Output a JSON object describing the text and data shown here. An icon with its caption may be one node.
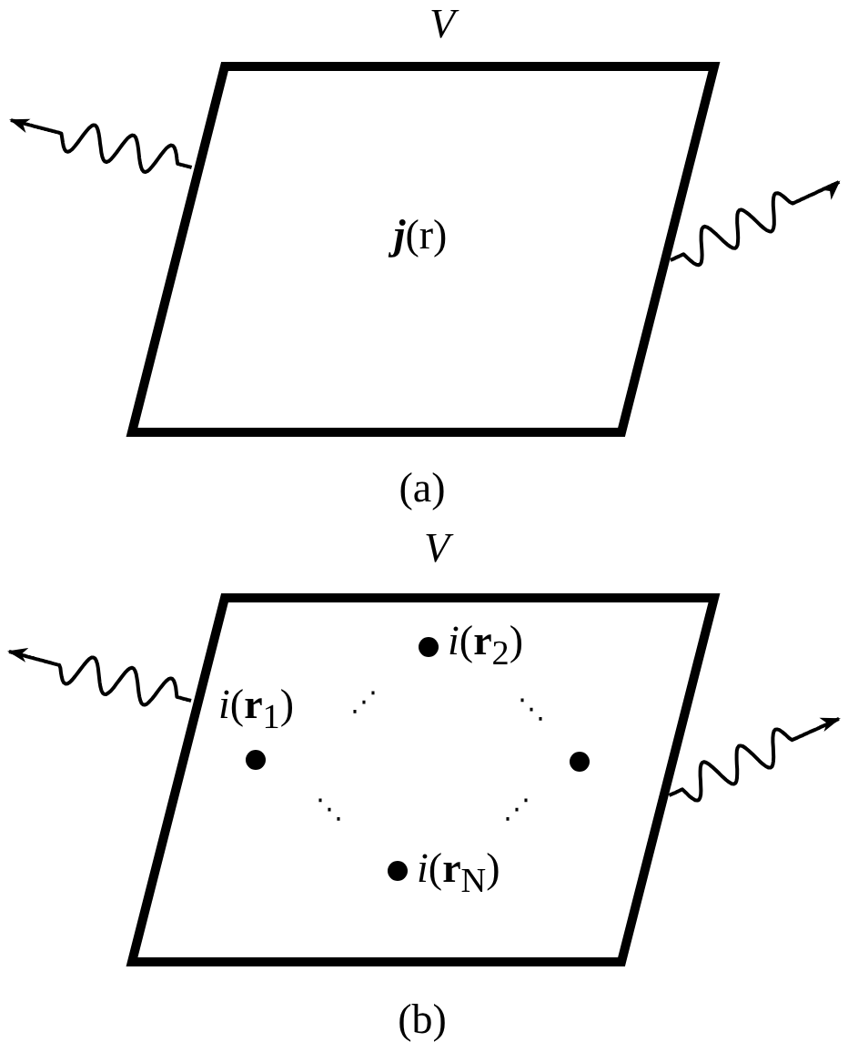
{
  "diagram": {
    "nodes": [
      {
        "text": [
          "V",
          "**j**(r)"
        ]
      },
      {
        "text": [
          "V"
        ]
      },
      {
        "text": [],
        "shape": "circle",
        "in": 1,
        "beside": [
          "*i*(**r**$_{2}$)"
        ]
      },
      {
        "text": [],
        "shape": "circle",
        "in": 1,
        "beside": [
          "*i*(**r**$_{1}$)"
        ]
      },
      {
        "text": [],
        "shape": "circle",
        "in": 1
      },
      {
        "text": [],
        "shape": "circle",
        "in": 1,
        "beside": [
          "*i*(**r**$_{N}$)"
        ]
      }
    ],
    "edges": [
      {
        "from": 0,
        "to": null,
        "arrow": "to"
      },
      {
        "from": 0,
        "to": null,
        "arrow": "to"
      },
      {
        "from": 1,
        "to": null,
        "arrow": "to"
      },
      {
        "from": 1,
        "to": null,
        "arrow": "to"
      }
    ],
    "labels": [
      "(a)",
      "⋰",
      "⋱",
      "⋱",
      "⋰",
      "(b)"
    ]
  }
}
